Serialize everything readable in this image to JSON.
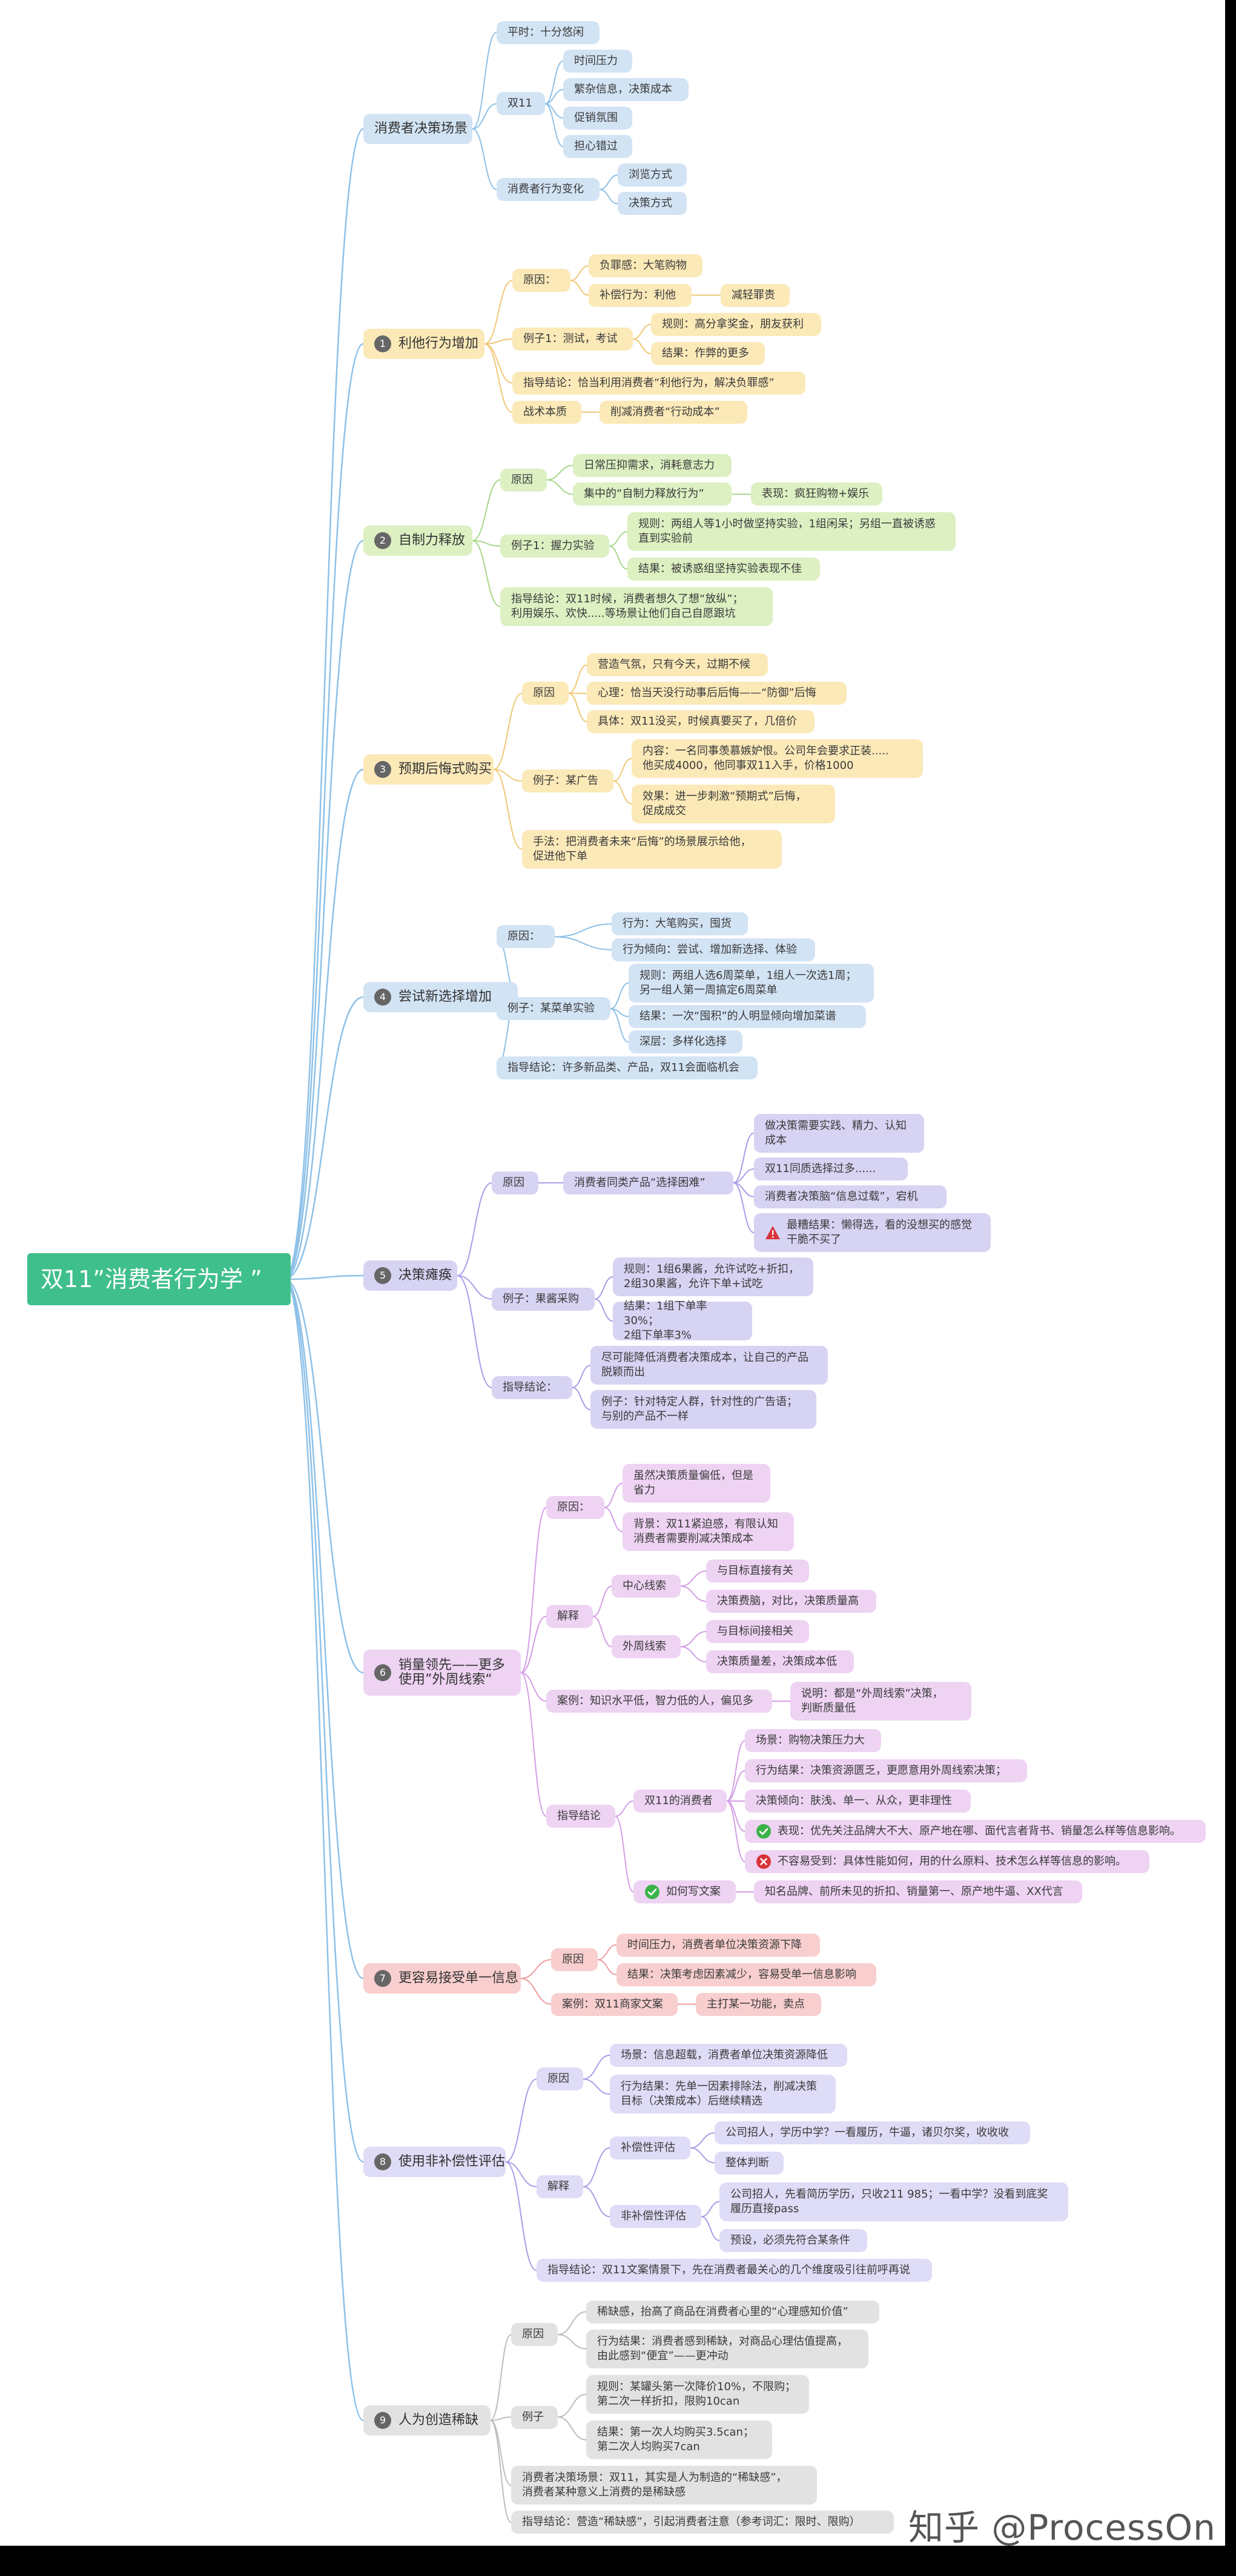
{
  "root": {
    "title": "双11”消费者行为学 ”"
  },
  "watermark": "知乎 @ProcessOn",
  "colors": {
    "root": "#3fbf8c",
    "blue": "#d2e3f4",
    "green": "#dcf0c2",
    "yellow": "#fbe9b8",
    "violet": "#d6d3f3",
    "purple": "#eed3f3",
    "red": "#f8cece",
    "lavender": "#dedcf6",
    "gray": "#e2e2e2",
    "line_blue": "#8ec1e8",
    "line_green": "#a8d88a",
    "line_yellow": "#f0c878",
    "line_violet": "#a99ee6",
    "line_purple": "#d49ee6",
    "line_red": "#ef9c9c",
    "line_gray": "#bdbdbd"
  },
  "branches": [
    {
      "title": "消费者决策场景",
      "color": "blue",
      "children": [
        {
          "text": "平时：十分悠闲"
        },
        {
          "text": "双11",
          "children": [
            {
              "text": "时间压力"
            },
            {
              "text": "繁杂信息，决策成本"
            },
            {
              "text": "促销氛围"
            },
            {
              "text": "担心错过"
            }
          ]
        },
        {
          "text": "消费者行为变化",
          "children": [
            {
              "text": "浏览方式"
            },
            {
              "text": "决策方式"
            }
          ]
        }
      ]
    },
    {
      "num": "1",
      "title": "利他行为增加",
      "color": "yellow",
      "children": [
        {
          "text": "原因：",
          "children": [
            {
              "text": "负罪感：大笔购物"
            },
            {
              "text": "补偿行为：利他",
              "children": [
                {
                  "text": "减轻罪责"
                }
              ]
            }
          ]
        },
        {
          "text": "例子1：测试，考试",
          "children": [
            {
              "text": "规则：高分拿奖金，朋友获利"
            },
            {
              "text": "结果：作弊的更多"
            }
          ]
        },
        {
          "text": "指导结论：恰当利用消费者“利他行为，解决负罪感”"
        },
        {
          "text": "战术本质",
          "children": [
            {
              "text": "削减消费者“行动成本”"
            }
          ]
        }
      ]
    },
    {
      "num": "2",
      "title": "自制力释放",
      "color": "green",
      "children": [
        {
          "text": "原因",
          "children": [
            {
              "text": "日常压抑需求，消耗意志力"
            },
            {
              "text": "集中的“自制力释放行为”",
              "children": [
                {
                  "text": "表现：疯狂购物+娱乐"
                }
              ]
            }
          ]
        },
        {
          "text": "例子1：握力实验",
          "children": [
            {
              "text": "规则：两组人等1小时做坚持实验，1组闲呆；另组一直被诱惑\n直到实验前"
            },
            {
              "text": "结果：被诱惑组坚持实验表现不佳"
            }
          ]
        },
        {
          "text": "指导结论：双11时候，消费者想久了想“放纵”；\n利用娱乐、欢快.....等场景让他们自己自愿跟坑"
        }
      ]
    },
    {
      "num": "3",
      "title": "预期后悔式购买",
      "color": "yellow",
      "children": [
        {
          "text": "原因",
          "children": [
            {
              "text": "营造气氛，只有今天，过期不候"
            },
            {
              "text": "心理：恰当天没行动事后后悔——“防御”后悔"
            },
            {
              "text": "具体：双11没买，时候真要买了，几倍价"
            }
          ]
        },
        {
          "text": "例子：某广告",
          "children": [
            {
              "text": "内容：一名同事羡慕嫉妒恨。公司年会要求正装.....\n他买成4000，他同事双11入手，价格1000"
            },
            {
              "text": "效果：进一步刺激“预期式”后悔，\n促成成交"
            }
          ]
        },
        {
          "text": "手法：把消费者未来“后悔”的场景展示给他，\n促进他下单"
        }
      ]
    },
    {
      "num": "4",
      "title": "尝试新选择增加",
      "color": "blue",
      "children": [
        {
          "text": "原因：",
          "children": [
            {
              "text": "行为：大笔购买，囤货"
            },
            {
              "text": "行为倾向：尝试、增加新选择、体验"
            }
          ]
        },
        {
          "text": "例子：某菜单实验",
          "children": [
            {
              "text": "规则：两组人选6周菜单，1组人一次选1周；\n另一组人第一周搞定6周菜单"
            },
            {
              "text": "结果：一次“囤积”的人明显倾向增加菜谱"
            },
            {
              "text": "深层：多样化选择"
            }
          ]
        },
        {
          "text": "指导结论：许多新品类、产品，双11会面临机会"
        }
      ]
    },
    {
      "num": "5",
      "title": "决策瘫痪",
      "color": "violet",
      "children": [
        {
          "text": "原因",
          "children": [
            {
              "text": "消费者同类产品“选择困难”",
              "children": [
                {
                  "text": "做决策需要实践、精力、认知\n成本"
                },
                {
                  "text": "双11同质选择过多......"
                },
                {
                  "text": "消费者决策脑“信息过载”，宕机"
                },
                {
                  "text": "最糟结果：懒得选，看的没想买的感觉\n干脆不买了",
                  "icon": "warning-icon"
                }
              ]
            }
          ]
        },
        {
          "text": "例子：果酱采购",
          "children": [
            {
              "text": "规则：1组6果酱，允许试吃+折扣，\n2组30果酱，允许下单+试吃"
            },
            {
              "text": "结果：1组下单率30%；\n2组下单率3%"
            }
          ]
        },
        {
          "text": "指导结论：",
          "children": [
            {
              "text": "尽可能降低消费者决策成本，让自己的产品\n脱颖而出"
            },
            {
              "text": "例子：针对特定人群，针对性的广告语；\n与别的产品不一样"
            }
          ]
        }
      ]
    },
    {
      "num": "6",
      "title": "销量领先——更多\n使用”外周线索“",
      "color": "purple",
      "children": [
        {
          "text": "原因：",
          "children": [
            {
              "text": "虽然决策质量偏低，但是\n省力"
            },
            {
              "text": "背景：双11紧迫感，有限认知\n消费者需要削减决策成本"
            }
          ]
        },
        {
          "text": "解释",
          "children": [
            {
              "text": "中心线索",
              "children": [
                {
                  "text": "与目标直接有关"
                },
                {
                  "text": "决策费脑，对比，决策质量高"
                }
              ]
            },
            {
              "text": "外周线索",
              "children": [
                {
                  "text": "与目标间接相关"
                },
                {
                  "text": "决策质量差，决策成本低"
                }
              ]
            }
          ]
        },
        {
          "text": "案例：知识水平低，智力低的人，偏见多",
          "children": [
            {
              "text": "说明：都是“外周线索”决策，\n判断质量低"
            }
          ]
        },
        {
          "text": "指导结论",
          "children": [
            {
              "text": "双11的消费者",
              "children": [
                {
                  "text": "场景：购物决策压力大"
                },
                {
                  "text": "行为结果：决策资源匮乏，更愿意用外周线索决策；"
                },
                {
                  "text": "决策倾向：肤浅、单一、从众，更非理性"
                },
                {
                  "text": "表现：优先关注品牌大不大、原产地在哪、面代言者背书、销量怎么样等信息影响。",
                  "icon": "check-icon"
                },
                {
                  "text": "不容易受到：具体性能如何，用的什么原料、技术怎么样等信息的影响。",
                  "icon": "cross-icon"
                }
              ]
            },
            {
              "text": "如何写文案",
              "icon": "check-icon",
              "children": [
                {
                  "text": "知名品牌、前所未见的折扣、销量第一、原产地牛逼、XX代言"
                }
              ]
            }
          ]
        }
      ]
    },
    {
      "num": "7",
      "title": "更容易接受单一信息",
      "color": "red",
      "children": [
        {
          "text": "原因",
          "children": [
            {
              "text": "时间压力，消费者单位决策资源下降"
            },
            {
              "text": "结果：决策考虑因素减少，容易受单一信息影响"
            }
          ]
        },
        {
          "text": "案例：双11商家文案",
          "children": [
            {
              "text": "主打某一功能，卖点"
            }
          ]
        }
      ]
    },
    {
      "num": "8",
      "title": "使用非补偿性评估",
      "color": "lavender",
      "children": [
        {
          "text": "原因",
          "children": [
            {
              "text": "场景：信息超载，消费者单位决策资源降低"
            },
            {
              "text": "行为结果：先单一因素排除法，削减决策\n目标（决策成本）后继续精选"
            }
          ]
        },
        {
          "text": "解释",
          "children": [
            {
              "text": "补偿性评估",
              "children": [
                {
                  "text": "公司招人，学历中学？一看履历，牛逼，诸贝尔奖，收收收"
                },
                {
                  "text": "整体判断"
                }
              ]
            },
            {
              "text": "非补偿性评估",
              "children": [
                {
                  "text": "公司招人，先看简历学历，只收211 985；一看中学？没看到底奖\n履历直接pass"
                },
                {
                  "text": "预设，必须先符合某条件"
                }
              ]
            }
          ]
        },
        {
          "text": "指导结论：双11文案情景下，先在消费者最关心的几个维度吸引往前呼再说"
        }
      ]
    },
    {
      "num": "9",
      "title": "人为创造稀缺",
      "color": "gray",
      "children": [
        {
          "text": "原因",
          "children": [
            {
              "text": "稀缺感，抬高了商品在消费者心里的“心理感知价值”"
            },
            {
              "text": "行为结果：消费者感到稀缺，对商品心理估值提高，\n由此感到“便宜”——更冲动"
            }
          ]
        },
        {
          "text": "例子",
          "children": [
            {
              "text": "规则：某罐头第一次降价10%，不限购；\n第二次一样折扣，限购10can"
            },
            {
              "text": "结果：第一次人均购买3.5can；\n第二次人均购买7can"
            }
          ]
        },
        {
          "text": "消费者决策场景：双11，其实是人为制造的“稀缺感”，\n消费者某种意义上消费的是稀缺感"
        },
        {
          "text": "指导结论：营造“稀缺感”，引起消费者注意（参考词汇：限时、限购）"
        }
      ]
    }
  ]
}
